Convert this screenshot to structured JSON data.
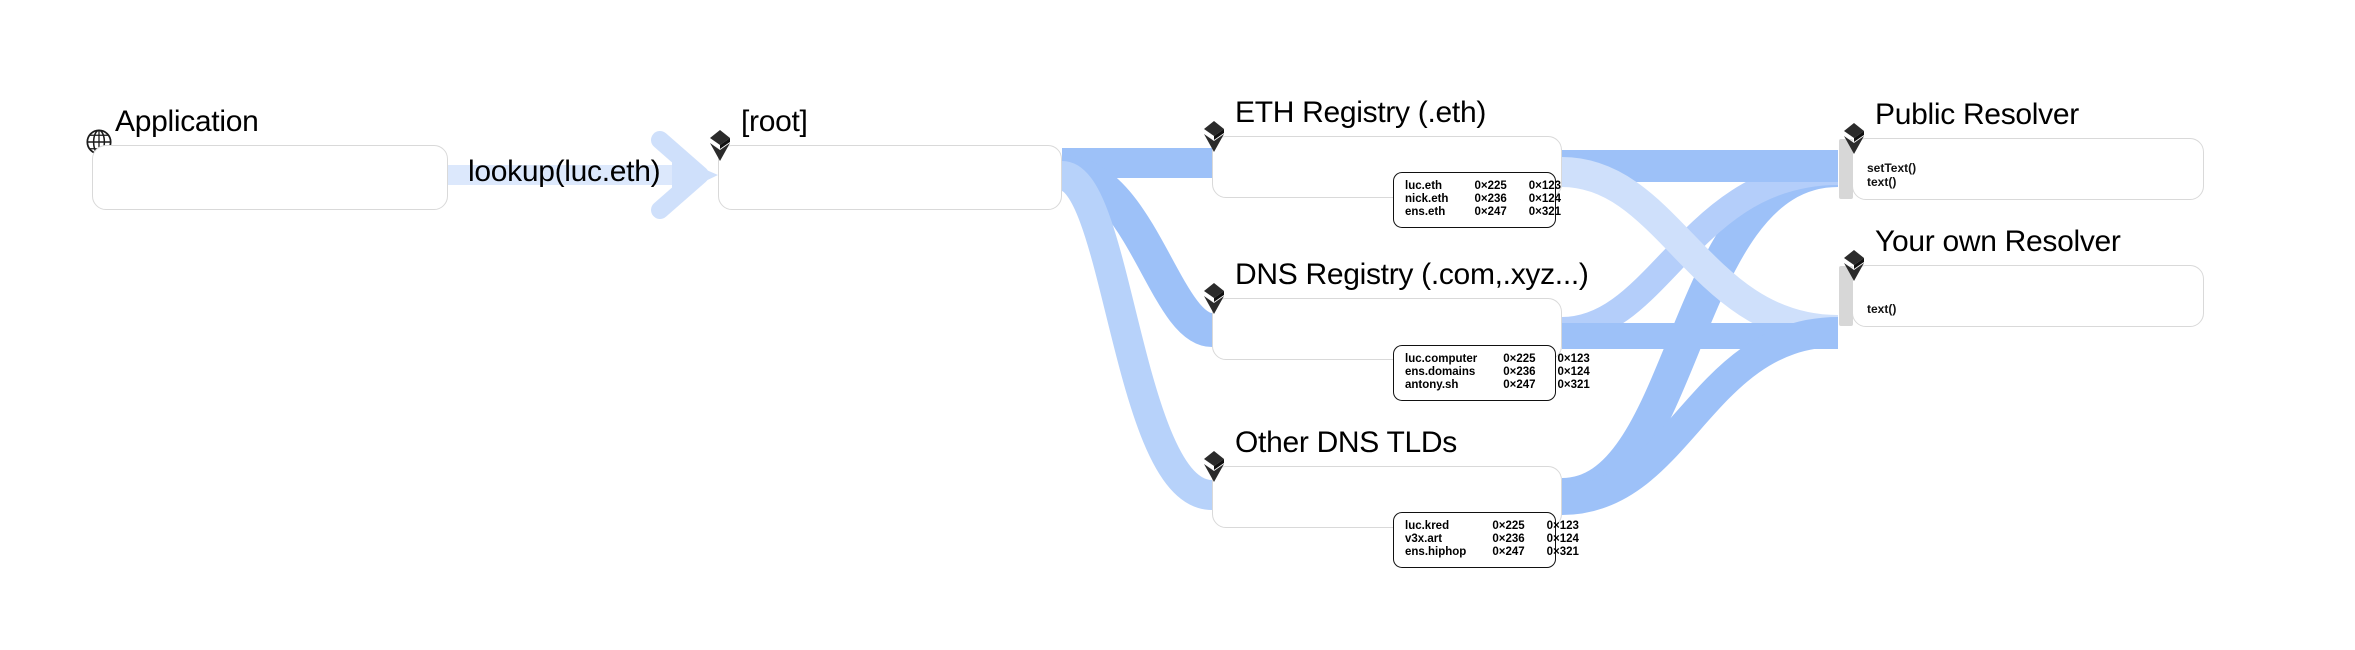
{
  "diagram": {
    "title_font_color": "#000000",
    "ribbon_color": "#9dc1f8",
    "ribbon_color_light": "#cfe0fb",
    "box_border_color": "#d9d9d9"
  },
  "nodes": {
    "application": {
      "title": "Application",
      "icon": "globe-icon"
    },
    "root": {
      "title": "[root]",
      "icon": "contract-icon"
    },
    "eth_registry": {
      "title": "ETH Registry (.eth)",
      "icon": "contract-icon",
      "records": {
        "rows": [
          {
            "name": "luc.eth",
            "node": "0×225",
            "resolver": "0×123"
          },
          {
            "name": "nick.eth",
            "node": "0×236",
            "resolver": "0×124"
          },
          {
            "name": "ens.eth",
            "node": "0×247",
            "resolver": "0×321"
          }
        ]
      }
    },
    "dns_registry": {
      "title": "DNS Registry (.com,.xyz...)",
      "icon": "contract-icon",
      "records": {
        "rows": [
          {
            "name": "luc.computer",
            "node": "0×225",
            "resolver": "0×123"
          },
          {
            "name": "ens.domains",
            "node": "0×236",
            "resolver": "0×124"
          },
          {
            "name": "antony.sh",
            "node": "0×247",
            "resolver": "0×321"
          }
        ]
      }
    },
    "other_tlds": {
      "title": "Other DNS TLDs",
      "icon": "contract-icon",
      "records": {
        "rows": [
          {
            "name": "luc.kred",
            "node": "0×225",
            "resolver": "0×123"
          },
          {
            "name": "v3x.art",
            "node": "0×236",
            "resolver": "0×124"
          },
          {
            "name": "ens.hiphop",
            "node": "0×247",
            "resolver": "0×321"
          }
        ]
      }
    },
    "public_resolver": {
      "title": "Public Resolver",
      "icon": "contract-icon",
      "methods": [
        "setText()",
        "text()"
      ]
    },
    "own_resolver": {
      "title": "Your own Resolver",
      "icon": "contract-icon",
      "methods": [
        "text()"
      ]
    }
  },
  "edges": {
    "lookup": {
      "label": "lookup(luc.eth)"
    }
  }
}
